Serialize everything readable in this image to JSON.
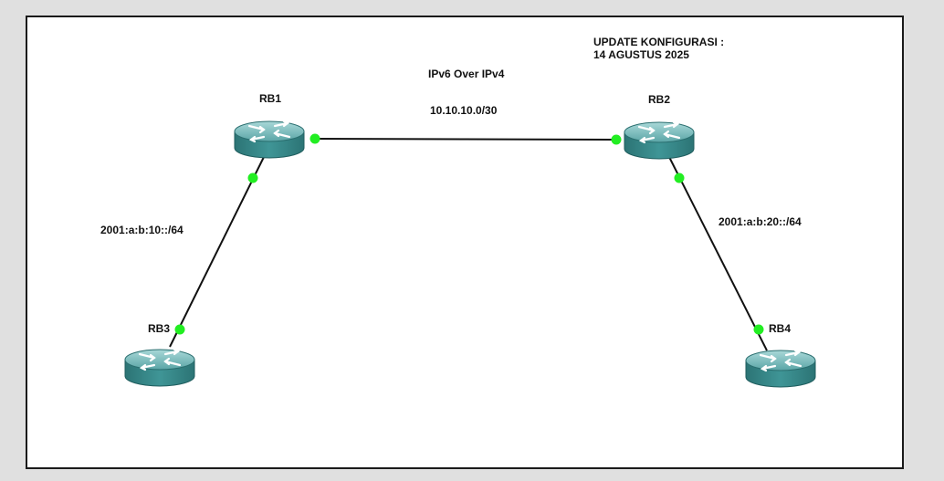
{
  "note": {
    "line1": "UPDATE KONFIGURASI :",
    "line2": "14 AGUSTUS 2025"
  },
  "tunnel": {
    "title": "IPv6 Over IPv4",
    "network": "10.10.10.0/30"
  },
  "links": {
    "rb1_rb3": "2001:a:b:10::/64",
    "rb2_rb4": "2001:a:b:20::/64"
  },
  "routers": {
    "rb1": "RB1",
    "rb2": "RB2",
    "rb3": "RB3",
    "rb4": "RB4"
  },
  "colors": {
    "router_body": "#3a8f90",
    "router_top": "#6fb8b9",
    "link_up": "#22ee22",
    "line": "#111111"
  },
  "icons": {
    "router": "router-icon",
    "port": "link-status-dot"
  }
}
